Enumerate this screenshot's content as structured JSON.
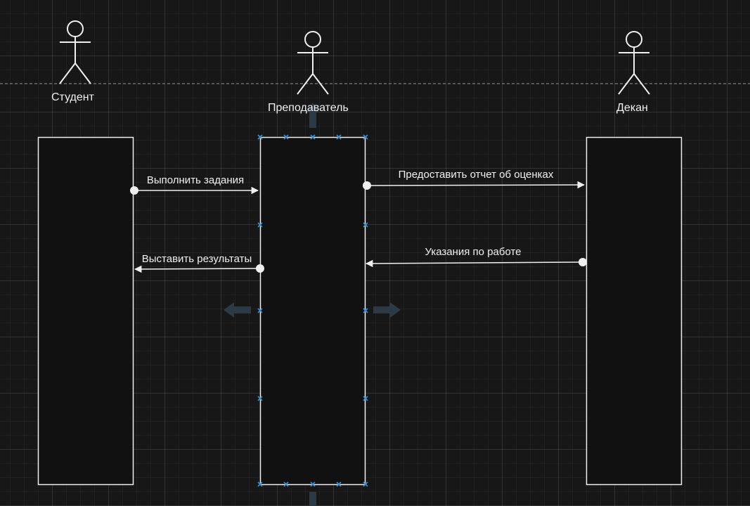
{
  "diagram": {
    "type": "sequence",
    "actors": [
      {
        "id": "student",
        "name": "Студент"
      },
      {
        "id": "teacher",
        "name": "Преподаватель"
      },
      {
        "id": "dean",
        "name": "Декан"
      }
    ],
    "messages": [
      {
        "id": "m1",
        "from": "student",
        "to": "teacher",
        "label": "Выполнить задания"
      },
      {
        "id": "m2",
        "from": "teacher",
        "to": "dean",
        "label": "Предоставить отчет об оценках"
      },
      {
        "id": "m3",
        "from": "dean",
        "to": "teacher",
        "label": "Указания по работе"
      },
      {
        "id": "m4",
        "from": "teacher",
        "to": "student",
        "label": "Выставить результаты"
      }
    ],
    "selected": "teacher"
  },
  "colors": {
    "background": "#171717",
    "stroke": "#f0f0f0",
    "box_fill": "#111111",
    "handle": "#3a8fd6",
    "arrow_hint": "#2b3a44"
  },
  "icons": [
    "stick-figure-icon",
    "resize-handle-icon",
    "connect-arrow-icon"
  ]
}
